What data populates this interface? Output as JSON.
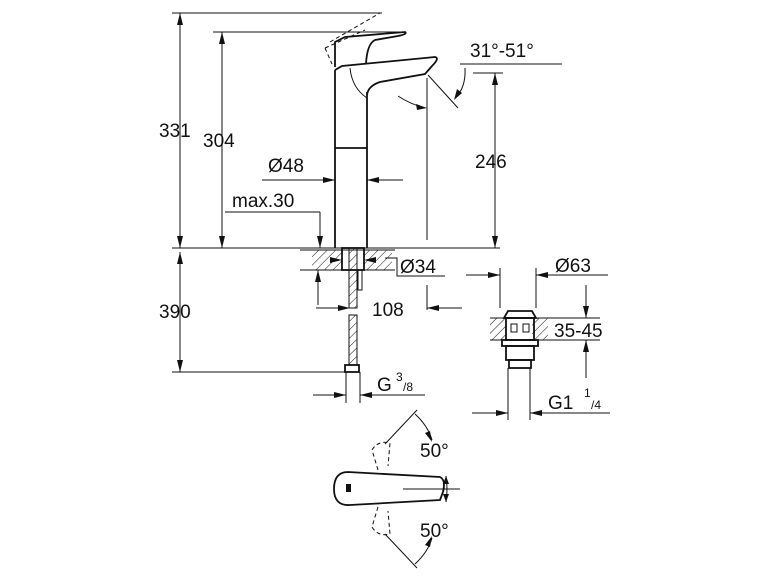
{
  "drawing": {
    "dimensions": {
      "total_height": "331",
      "lever_height": "304",
      "spout_height": "246",
      "spout_angle": "31°-51°",
      "body_diameter": "Ø48",
      "max_deck": "max.30",
      "below_deck": "390",
      "hole_diameter": "Ø34",
      "projection": "108",
      "hose_thread_g": "G",
      "hose_thread_num": "3",
      "hose_thread_den": "/8",
      "waste_diameter": "Ø63",
      "basin_thickness": "35-45",
      "waste_thread_g": "G1",
      "waste_thread_num": "1",
      "waste_thread_den": "/4",
      "rotation_left": "50°",
      "rotation_right": "50°"
    }
  }
}
